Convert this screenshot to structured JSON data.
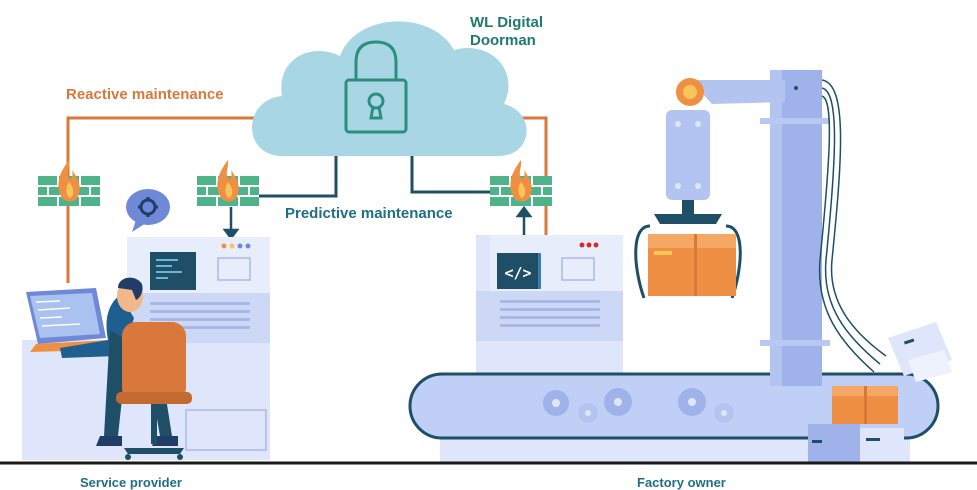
{
  "cloud": {
    "title_line1": "WL Digital",
    "title_line2": "Doorman"
  },
  "labels": {
    "reactive": "Reactive maintenance",
    "predictive": "Predictive maintenance",
    "service_provider": "Service provider",
    "factory_owner": "Factory owner"
  },
  "icons": {
    "code": "</>"
  },
  "colors": {
    "reactive": "#d9783a",
    "predictive": "#1f4f66",
    "cloud": "#a9d6e5",
    "lock": "#2a8f7e",
    "firewall": "#4fb38a",
    "machine": "#b9c8f2",
    "box": "#ef8f43"
  }
}
